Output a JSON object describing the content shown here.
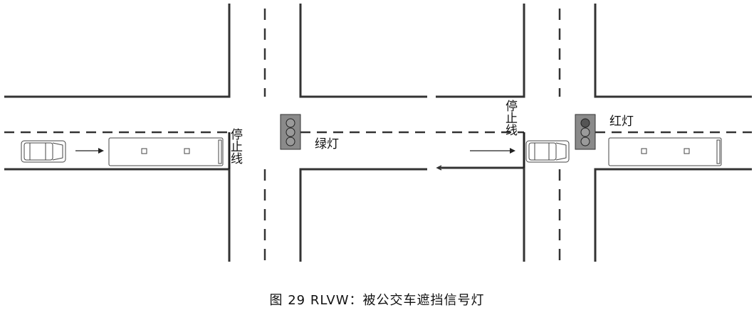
{
  "caption": "图 29   RLVW：被公交车遮挡信号灯",
  "left_scene": {
    "stop_line_label": "停止线",
    "signal_label": "绿灯",
    "signal_state": "green",
    "vehicles": [
      "car",
      "bus"
    ]
  },
  "right_scene": {
    "stop_line_label": "停止线",
    "signal_label": "红灯",
    "signal_state": "red",
    "vehicles": [
      "car",
      "bus"
    ]
  },
  "colors": {
    "line": "#333333",
    "signal_body": "#8a8a8a",
    "signal_lamp_off": "#9a9a9a",
    "signal_lamp_red": "#555555"
  }
}
